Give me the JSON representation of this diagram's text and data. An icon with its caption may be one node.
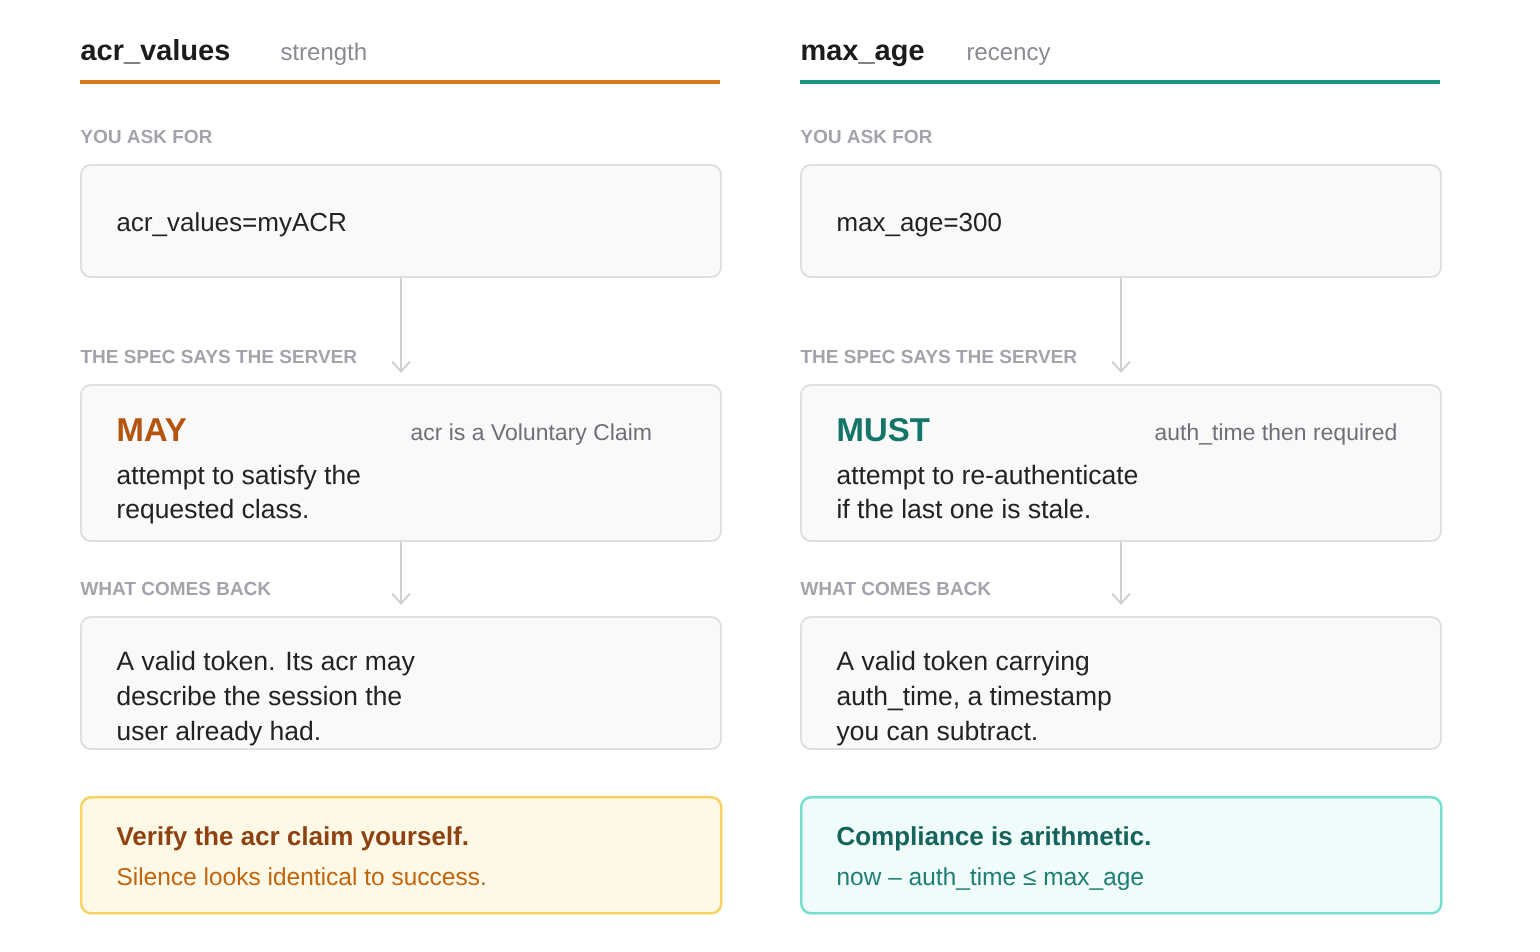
{
  "diagram": {
    "nodes": [
      {
        "text": [
          "YOU ASK FOR",
          "acr_values=myACR"
        ]
      },
      {
        "text": [
          "THE SPEC SAYS THE SERVER",
          "MAY",
          "acr is a Voluntary Claim",
          "attempt to satisfy the requested class."
        ]
      },
      {
        "text": [
          "WHAT COMES BACK",
          "A valid token. Its acr may describe the session the user already had."
        ]
      },
      {
        "text": [
          "Verify the acr claim yourself.",
          "Silence looks identical to success."
        ]
      },
      {
        "text": [
          "YOU ASK FOR",
          "max_age=300"
        ]
      },
      {
        "text": [
          "THE SPEC SAYS THE SERVER",
          "MUST",
          "auth_time then required",
          "attempt to re-authenticate if the last one is stale."
        ]
      },
      {
        "text": [
          "WHAT COMES BACK",
          "A valid token carrying auth_time, a timestamp you can subtract."
        ]
      },
      {
        "text": [
          "Compliance is arithmetic.",
          "now – auth_time ≤ max_age"
        ]
      }
    ],
    "edges": [
      {
        "from": 0,
        "to": 1,
        "arrow": "to"
      },
      {
        "from": 1,
        "to": 2,
        "arrow": "to"
      },
      {
        "from": 4,
        "to": 5,
        "arrow": "to"
      },
      {
        "from": 5,
        "to": 6,
        "arrow": "to"
      }
    ],
    "labels": [
      "acr_values",
      "strength",
      "max_age",
      "recency"
    ]
  }
}
